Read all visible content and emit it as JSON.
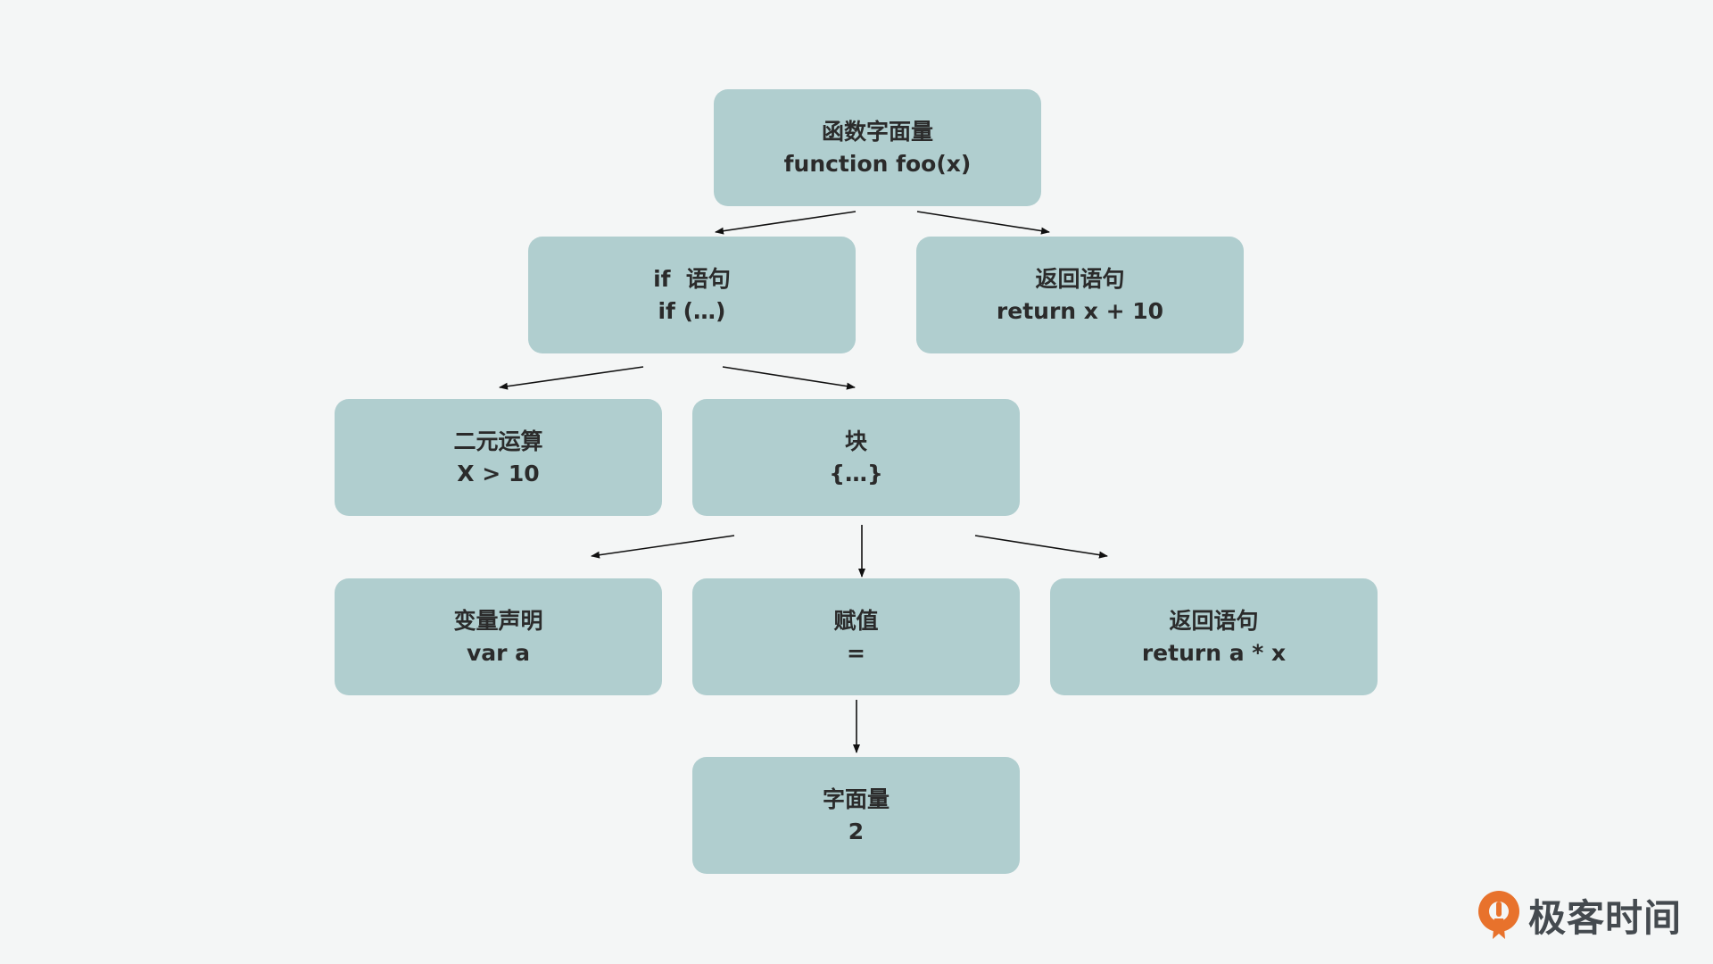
{
  "diagram": {
    "nodes": [
      {
        "id": "function-literal",
        "title": "函数字面量",
        "code": "function foo(x)"
      },
      {
        "id": "if-statement",
        "title": "if  语句",
        "code": "if (…)"
      },
      {
        "id": "return-statement-1",
        "title": "返回语句",
        "code": "return x + 10"
      },
      {
        "id": "binary-op",
        "title": "二元运算",
        "code": "X > 10"
      },
      {
        "id": "block",
        "title": "块",
        "code": "{…}"
      },
      {
        "id": "var-declaration",
        "title": "变量声明",
        "code": "var a"
      },
      {
        "id": "assignment",
        "title": "赋值",
        "code": "="
      },
      {
        "id": "return-statement-2",
        "title": "返回语句",
        "code": "return a * x"
      },
      {
        "id": "literal",
        "title": "字面量",
        "code": "2"
      }
    ],
    "edges": [
      {
        "from": "function-literal",
        "to": "if-statement"
      },
      {
        "from": "function-literal",
        "to": "return-statement-1"
      },
      {
        "from": "if-statement",
        "to": "binary-op"
      },
      {
        "from": "if-statement",
        "to": "block"
      },
      {
        "from": "block",
        "to": "var-declaration"
      },
      {
        "from": "block",
        "to": "assignment"
      },
      {
        "from": "block",
        "to": "return-statement-2"
      },
      {
        "from": "assignment",
        "to": "literal"
      }
    ]
  },
  "brand": {
    "name": "极客时间",
    "logo_icon": "geektime-logo-icon",
    "logo_color": "#e8722c"
  },
  "colors": {
    "node_fill": "#b0cecf",
    "text": "#2b2b2b",
    "edge": "#111111",
    "background": "#f4f6f6"
  }
}
